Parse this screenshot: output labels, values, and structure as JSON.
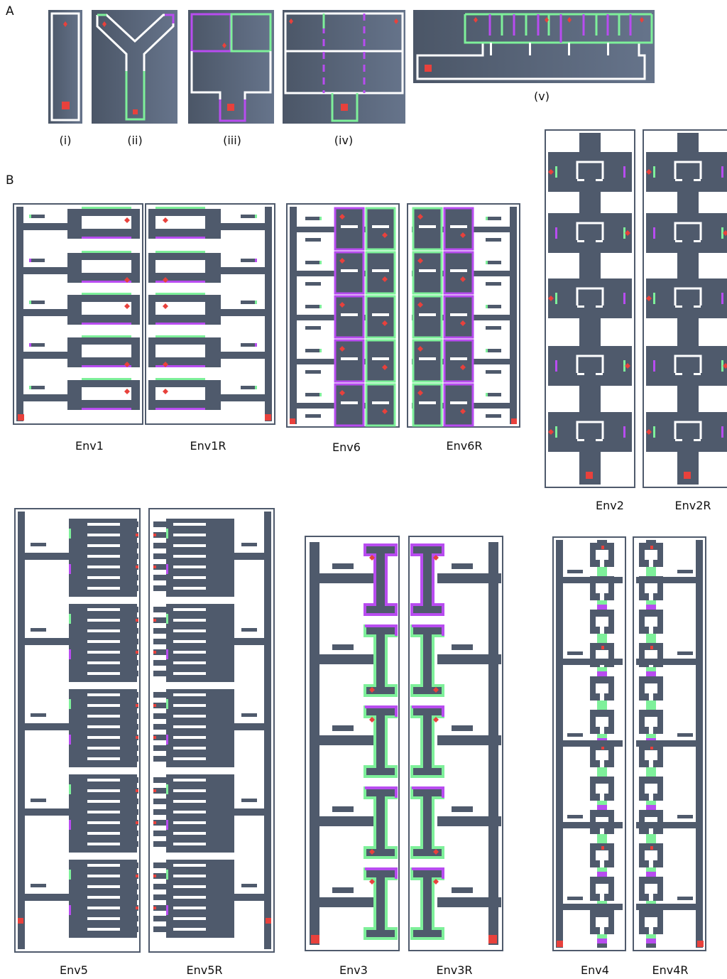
{
  "panels": {
    "a": "A",
    "b": "B"
  },
  "panel_a_labels": [
    "(i)",
    "(ii)",
    "(iii)",
    "(iv)",
    "(v)"
  ],
  "panel_b_labels": {
    "env1": "Env1",
    "env1r": "Env1R",
    "env6": "Env6",
    "env6r": "Env6R",
    "env2": "Env2",
    "env2r": "Env2R",
    "env5": "Env5",
    "env5r": "Env5R",
    "env3": "Env3",
    "env3r": "Env3R",
    "env4": "Env4",
    "env4r": "Env4R"
  },
  "colors": {
    "floor": "#4f5a6c",
    "wall_white": "#ffffff",
    "door_green": "#7ef09a",
    "door_purple": "#b84cf0",
    "goal_red": "#e8413c"
  }
}
